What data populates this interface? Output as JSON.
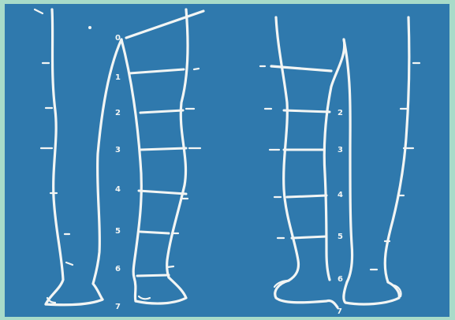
{
  "colors": {
    "background": "#a8dbc9",
    "panel": "#2f79ad",
    "lines": "#f2f5f4"
  },
  "anterior_view": {
    "levels": [
      "0",
      "1",
      "2",
      "3",
      "4",
      "5",
      "6",
      "7"
    ]
  },
  "posterior_view": {
    "levels": [
      "2",
      "3",
      "4",
      "5",
      "6",
      "7"
    ]
  }
}
